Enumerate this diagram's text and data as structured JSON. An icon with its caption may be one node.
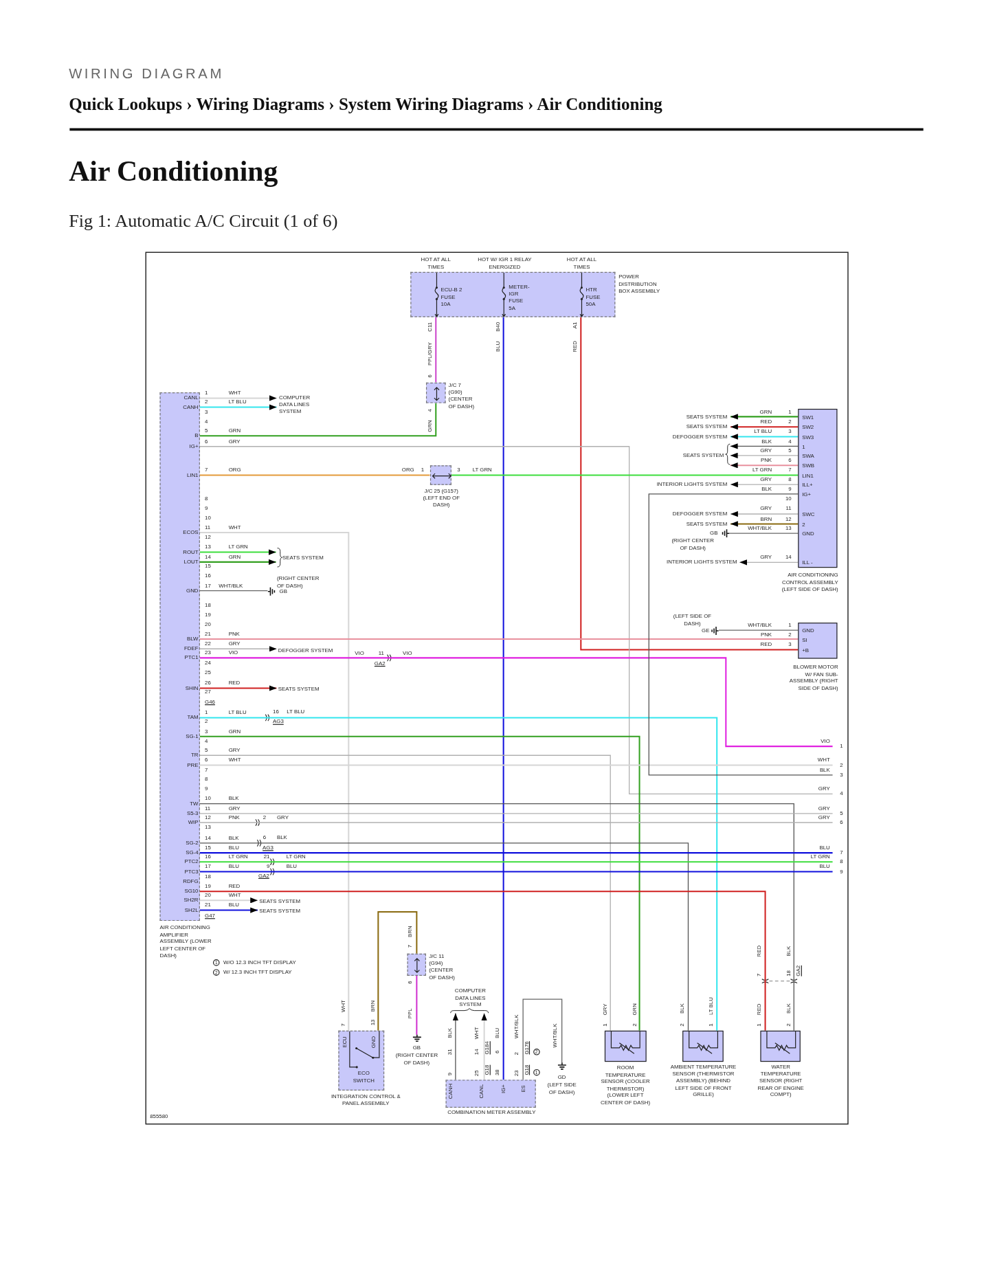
{
  "diagram": {
    "title": "Air Conditioning",
    "caption": "Fig 1: Automatic A/C Circuit (1 of 6)",
    "nodes": [
      {
        "text": [
          "ECU-B 2 FUSE 10A",
          "METER- IGR FUSE 5A",
          "HTR FUSE 50A",
          "POWER DISTRIBUTION BOX ASSEMBLY"
        ],
        "beside": [
          "HOT AT ALL TIMES",
          "HOT W/ IGR 1 RELAY ENERGIZED",
          "HOT AT ALL TIMES"
        ]
      },
      {
        "text": [
          "J/C 7 (G90) (CENTER OF DASH)"
        ]
      },
      {
        "text": [
          "J/C 25 (G157) (LEFT END OF DASH)"
        ]
      },
      {
        "text": [
          "CANL",
          "CANH",
          "B",
          "IG+",
          "LIN1",
          "ECOS",
          "ROUT",
          "LOUT",
          "GND",
          "BLW",
          "FDEF",
          "PTC1",
          "SHIN",
          "TAM",
          "SG-1",
          "TR",
          "PRE",
          "TW",
          "S5-3",
          "WIP",
          "SG-2",
          "SG-4",
          "PTC2",
          "PTC3",
          "RDFG",
          "SG10",
          "SH2R",
          "SH2L",
          "AIR CONDITIONING AMPLIFIER ASSEMBLY (LOWER LEFT CENTER OF DASH)"
        ]
      },
      {
        "text": [
          "COMPUTER DATA LINES SYSTEM"
        ]
      },
      {
        "text": [
          "SEATS SYSTEM"
        ]
      },
      {
        "text": [
          "(RIGHT CENTER OF DASH)",
          "GB"
        ]
      },
      {
        "text": [
          "DEFOGGER SYSTEM"
        ]
      },
      {
        "text": [
          "SEATS SYSTEM"
        ]
      },
      {
        "text": [
          "SEATS SYSTEM"
        ]
      },
      {
        "text": [
          "SEATS SYSTEM"
        ]
      },
      {
        "text": [
          "SW1",
          "SW2",
          "SW3",
          "1",
          "SWA",
          "SWB",
          "LIN1",
          "ILL+",
          "IG+",
          "SWC",
          "2",
          "GND",
          "ILL -",
          "AIR CONDITIONING CONTROL ASSEMBLY (LEFT SIDE OF DASH)"
        ]
      },
      {
        "text": [
          "SEATS SYSTEM"
        ]
      },
      {
        "text": [
          "SEATS SYSTEM"
        ]
      },
      {
        "text": [
          "DEFOGGER SYSTEM"
        ]
      },
      {
        "text": [
          "SEATS SYSTEM"
        ]
      },
      {
        "text": [
          "INTERIOR LIGHTS SYSTEM"
        ]
      },
      {
        "text": [
          "DEFOGGER SYSTEM"
        ]
      },
      {
        "text": [
          "SEATS SYSTEM"
        ]
      },
      {
        "text": [
          "GB",
          "(RIGHT CENTER OF DASH)"
        ]
      },
      {
        "text": [
          "INTERIOR LIGHTS SYSTEM"
        ]
      },
      {
        "text": [
          "(LEFT SIDE OF DASH)",
          "GE"
        ]
      },
      {
        "text": [
          "GND",
          "SI",
          "+B",
          "BLOWER MOTOR W/ FAN SUB-ASSEMBLY (RIGHT SIDE OF DASH)"
        ]
      },
      {
        "text": [
          "J/C 11 (G94) (CENTER OF DASH)"
        ]
      },
      {
        "text": [
          "GB",
          "(RIGHT CENTER OF DASH)"
        ]
      },
      {
        "text": [
          "ECU",
          "GND",
          "ECO SWITCH",
          "INTEGRATION CONTROL & PANEL ASSEMBLY"
        ]
      },
      {
        "text": [
          "COMPUTER DATA LINES SYSTEM"
        ]
      },
      {
        "text": [
          "CANH",
          "CANL",
          "IG+",
          "ES",
          "COMBINATION METER ASSEMBLY"
        ]
      },
      {
        "text": [
          "GD",
          "(LEFT SIDE OF DASH)"
        ]
      },
      {
        "text": [
          "ROOM TEMPERATURE SENSOR (COOLER THERMISTOR) (LOWER LEFT CENTER OF DASH)"
        ]
      },
      {
        "text": [
          "AMBIENT TEMPERATURE SENSOR (THERMISTOR ASSEMBLY) (BEHIND LEFT SIDE OF FRONT GRILLE)"
        ]
      },
      {
        "text": [
          "WATER TEMPERATURE SENSOR (RIGHT REAR OF ENGINE COMPT)"
        ]
      },
      {
        "text": [
          "1"
        ]
      },
      {
        "text": [
          "2"
        ]
      },
      {
        "text": [
          "3"
        ]
      },
      {
        "text": [
          "4"
        ]
      },
      {
        "text": [
          "5"
        ]
      },
      {
        "text": [
          "6"
        ]
      },
      {
        "text": [
          "7"
        ]
      },
      {
        "text": [
          "8"
        ]
      },
      {
        "text": [
          "9"
        ]
      }
    ],
    "edges": [
      {
        "from": 0,
        "to": 1,
        "arrow": "none",
        "color": "#cc44cc"
      },
      {
        "from": 1,
        "to": 3,
        "arrow": "none",
        "color": "#33a020"
      },
      {
        "from": 0,
        "to": 27,
        "arrow": "none",
        "color": "#1010dd"
      },
      {
        "from": 0,
        "to": 22,
        "arrow": "none",
        "color": "#d02020"
      },
      {
        "from": 3,
        "to": 4,
        "arrow": "to",
        "color": "#d6d6d6"
      },
      {
        "from": 3,
        "to": 4,
        "arrow": "to",
        "color": "#33e6ee"
      },
      {
        "from": 3,
        "to": 35,
        "arrow": "none",
        "color": "#b0b0b0"
      },
      {
        "from": 3,
        "to": 2,
        "arrow": "none",
        "color": "#e39a3a"
      },
      {
        "from": 2,
        "to": 11,
        "arrow": "none",
        "color": "#3ddd3d"
      },
      {
        "from": 3,
        "to": 25,
        "arrow": "none",
        "color": "#d6d6d6"
      },
      {
        "from": 3,
        "to": 5,
        "arrow": "to",
        "color": "#3ddd3d"
      },
      {
        "from": 3,
        "to": 5,
        "arrow": "to",
        "color": "#33a020"
      },
      {
        "from": 3,
        "to": 6,
        "arrow": "none",
        "color": "#666666"
      },
      {
        "from": 3,
        "to": 22,
        "arrow": "none",
        "color": "#e8919e"
      },
      {
        "from": 3,
        "to": 7,
        "arrow": "to",
        "color": "#b0b0b0"
      },
      {
        "from": 3,
        "to": 32,
        "arrow": "none",
        "color": "#e020e0"
      },
      {
        "from": 3,
        "to": 8,
        "arrow": "to",
        "color": "#d02020"
      },
      {
        "from": 3,
        "to": 30,
        "arrow": "none",
        "color": "#33e6ee"
      },
      {
        "from": 3,
        "to": 29,
        "arrow": "none",
        "color": "#33a020"
      },
      {
        "from": 3,
        "to": 29,
        "arrow": "none",
        "color": "#b0b0b0"
      },
      {
        "from": 3,
        "to": 33,
        "arrow": "none",
        "color": "#d6d6d6"
      },
      {
        "from": 3,
        "to": 31,
        "arrow": "none",
        "color": "#555555"
      },
      {
        "from": 3,
        "to": 36,
        "arrow": "none",
        "color": "#b0b0b0"
      },
      {
        "from": 3,
        "to": 37,
        "arrow": "none",
        "color": "#b0b0b0"
      },
      {
        "from": 3,
        "to": 30,
        "arrow": "none",
        "color": "#555555"
      },
      {
        "from": 3,
        "to": 38,
        "arrow": "none",
        "color": "#1010dd"
      },
      {
        "from": 3,
        "to": 39,
        "arrow": "none",
        "color": "#3ddd3d"
      },
      {
        "from": 3,
        "to": 40,
        "arrow": "none",
        "color": "#1010dd"
      },
      {
        "from": 3,
        "to": 31,
        "arrow": "none",
        "color": "#d02020"
      },
      {
        "from": 3,
        "to": 9,
        "arrow": "to",
        "color": "#d6d6d6"
      },
      {
        "from": 3,
        "to": 10,
        "arrow": "to",
        "color": "#1010dd"
      },
      {
        "from": 11,
        "to": 12,
        "arrow": "to",
        "color": "#33a020"
      },
      {
        "from": 11,
        "to": 13,
        "arrow": "to",
        "color": "#d02020"
      },
      {
        "from": 11,
        "to": 14,
        "arrow": "to",
        "color": "#33e6ee"
      },
      {
        "from": 11,
        "to": 15,
        "arrow": "to",
        "color": "#555555"
      },
      {
        "from": 11,
        "to": 15,
        "arrow": "to",
        "color": "#b0b0b0"
      },
      {
        "from": 11,
        "to": 15,
        "arrow": "to",
        "color": "#e8919e"
      },
      {
        "from": 11,
        "to": 16,
        "arrow": "to",
        "color": "#b0b0b0"
      },
      {
        "from": 11,
        "to": 34,
        "arrow": "none",
        "color": "#555555"
      },
      {
        "from": 11,
        "to": 17,
        "arrow": "to",
        "color": "#b0b0b0"
      },
      {
        "from": 11,
        "to": 18,
        "arrow": "to",
        "color": "#8a6a10"
      },
      {
        "from": 11,
        "to": 19,
        "arrow": "none",
        "color": "#666666"
      },
      {
        "from": 11,
        "to": 20,
        "arrow": "to",
        "color": "#b0b0b0"
      },
      {
        "from": 22,
        "to": 21,
        "arrow": "none",
        "color": "#666666"
      },
      {
        "from": 25,
        "to": 23,
        "arrow": "none",
        "color": "#8a6a10"
      },
      {
        "from": 23,
        "to": 24,
        "arrow": "none",
        "color": "#d030d0"
      },
      {
        "from": 27,
        "to": 26,
        "arrow": "to",
        "color": "#555555"
      },
      {
        "from": 27,
        "to": 26,
        "arrow": "to",
        "color": "#d6d6d6"
      },
      {
        "from": 27,
        "to": 28,
        "arrow": "none",
        "color": "#666666"
      }
    ],
    "labels": [
      "WIRING DIAGRAM",
      "Quick Lookups › Wiring Diagrams › System Wiring Diagrams › Air Conditioning",
      "C11",
      "PPL/GRY",
      "6",
      "4",
      "GRN",
      "B40",
      "BLU",
      "A1",
      "RED",
      "1",
      "WHT",
      "2",
      "LT BLU",
      "3",
      "4",
      "5",
      "GRN",
      "6",
      "GRY",
      "7",
      "ORG",
      "ORG",
      "1",
      "3",
      "LT GRN",
      "8",
      "9",
      "10",
      "11",
      "WHT",
      "12",
      "13",
      "LT GRN",
      "14",
      "GRN",
      "15",
      "16",
      "17",
      "WHT/BLK",
      "18",
      "19",
      "20",
      "21",
      "PNK",
      "22",
      "GRY",
      "23",
      "VIO",
      "VIO",
      "11",
      "GA2",
      "VIO",
      "24",
      "25",
      "26",
      "RED",
      "27",
      "G46",
      "GRN",
      "1",
      "RED",
      "2",
      "LT BLU",
      "3",
      "BLK",
      "4",
      "GRY",
      "5",
      "PNK",
      "6",
      "LT GRN",
      "7",
      "GRY",
      "8",
      "BLK",
      "9",
      "10",
      "GRY",
      "11",
      "BRN",
      "12",
      "WHT/BLK",
      "13",
      "GRY",
      "14",
      "WHT/BLK",
      "1",
      "PNK",
      "2",
      "RED",
      "3",
      "1",
      "LT BLU",
      "16",
      "LT BLU",
      "2",
      "AG3",
      "3",
      "GRN",
      "4",
      "5",
      "GRY",
      "6",
      "WHT",
      "7",
      "8",
      "9",
      "10",
      "BLK",
      "11",
      "GRY",
      "12",
      "PNK",
      "2",
      "GRY",
      "13",
      "14",
      "BLK",
      "6",
      "BLK",
      "15",
      "BLU",
      "AG3",
      "16",
      "LT GRN",
      "21",
      "LT GRN",
      "17",
      "BLU",
      "9",
      "BLU",
      "18",
      "GA2",
      "19",
      "RED",
      "20",
      "WHT",
      "21",
      "BLU",
      "G47",
      "VIO",
      "WHT",
      "BLK",
      "GRY",
      "GRY",
      "GRY",
      "BLU",
      "LT GRN",
      "BLU",
      "1",
      "W/O 12.3 INCH TFT DISPLAY",
      "2",
      "W/ 12.3 INCH TFT DISPLAY",
      "BRN",
      "7",
      "6",
      "PPL",
      "WHT",
      "7",
      "BRN",
      "13",
      "BLK",
      "31",
      "9",
      "WHT",
      "14",
      "25",
      "G184",
      "G18",
      "BLU",
      "6",
      "38",
      "WHT/BLK",
      "2",
      "23",
      "G176",
      "G18",
      "2",
      "1",
      "WHT/BLK",
      "GRY",
      "1",
      "GRN",
      "2",
      "BLK",
      "2",
      "LT BLU",
      "1",
      "RED",
      "7",
      "BLK",
      "18",
      "GA2",
      "RED",
      "1",
      "BLK",
      "2",
      "855580"
    ]
  }
}
